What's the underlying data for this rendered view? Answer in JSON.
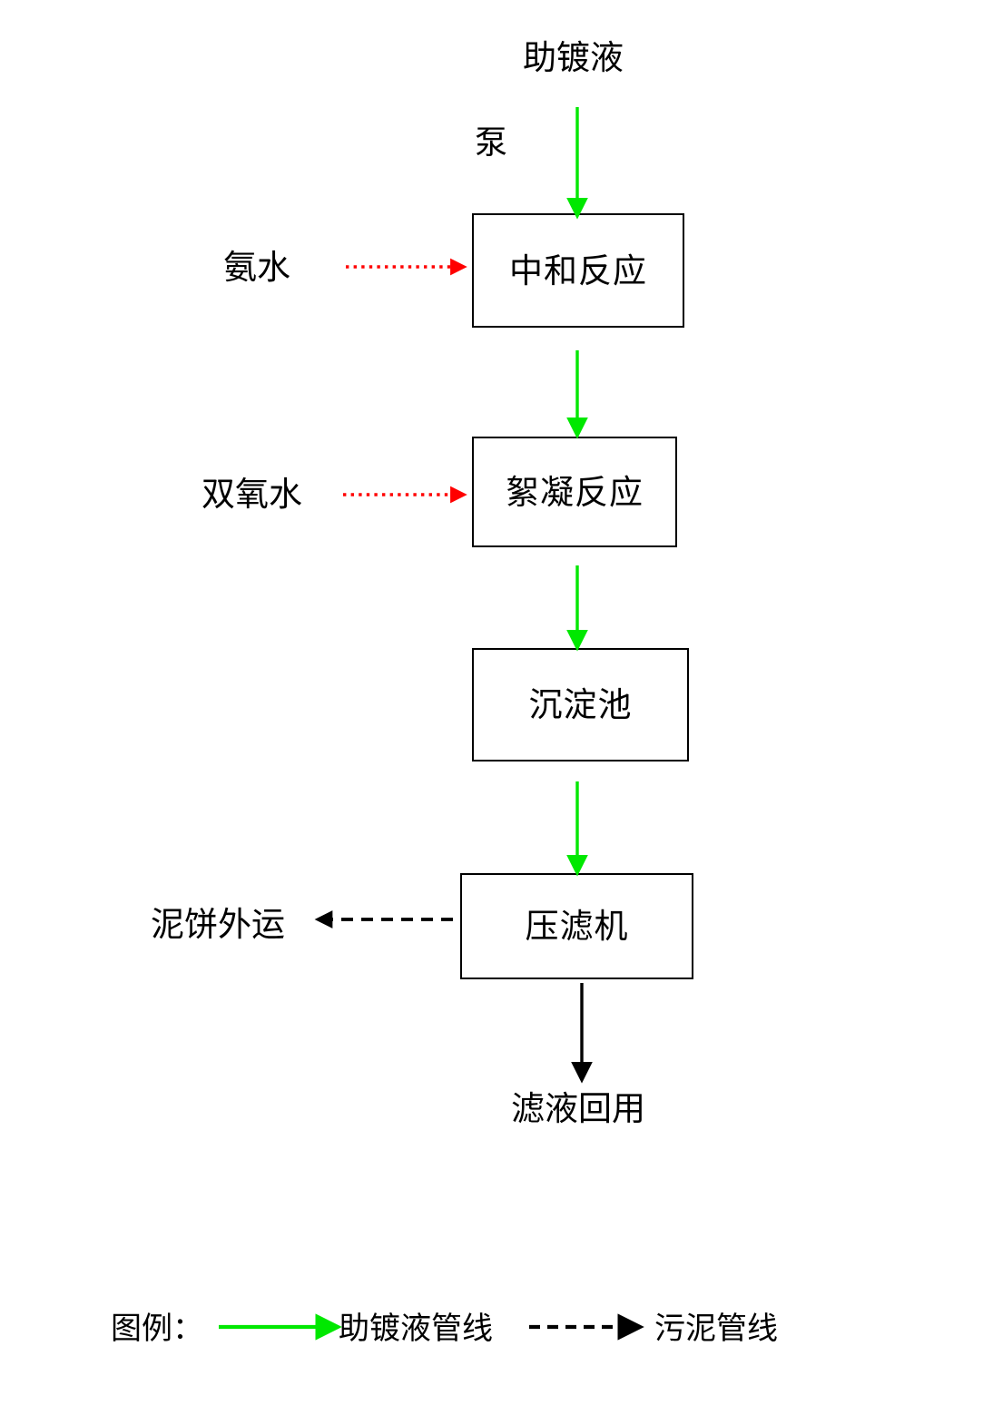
{
  "diagram": {
    "title_label": "助镀液",
    "pump_label": "泵",
    "inputs": [
      {
        "name": "ammonia",
        "label": "氨水"
      },
      {
        "name": "hydrogen-peroxide",
        "label": "双氧水"
      }
    ],
    "process_boxes": [
      {
        "name": "neutralization-reaction",
        "label": "中和反应"
      },
      {
        "name": "flocculation-reaction",
        "label": "絮凝反应"
      },
      {
        "name": "sedimentation-tank",
        "label": "沉淀池"
      },
      {
        "name": "filter-press",
        "label": "压滤机"
      }
    ],
    "outputs": [
      {
        "name": "mud-cake-transport",
        "label": "泥饼外运"
      },
      {
        "name": "filtrate-reuse",
        "label": "滤液回用"
      }
    ]
  },
  "legend": {
    "title": "图例：",
    "entries": [
      {
        "name": "flux-pipeline",
        "label": "助镀液管线",
        "style": "solid",
        "color": "#00E800"
      },
      {
        "name": "sludge-pipeline",
        "label": "污泥管线",
        "style": "dashed",
        "color": "#000000"
      }
    ]
  },
  "colors": {
    "flux_green": "#00E800",
    "dosing_red": "#FF0000",
    "sludge_black": "#000000",
    "box_border": "#000000",
    "background": "#FFFFFF"
  }
}
